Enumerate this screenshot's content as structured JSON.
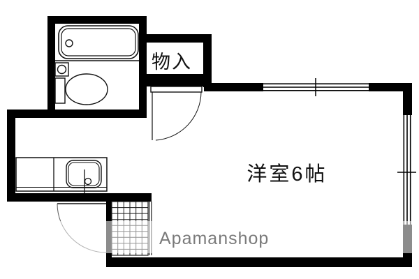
{
  "floorplan": {
    "room_label": "洋室6帖",
    "closet_label": "物入",
    "watermark": "Apamanshop",
    "colors": {
      "wall": "#000000",
      "background": "#ffffff",
      "watermark_text": "#7a7a7a",
      "line": "#111111"
    },
    "fixtures": [
      "bathtub",
      "toilet",
      "bathroom-sink",
      "kitchen-counter",
      "kitchen-sink",
      "closet-door-swing",
      "entrance-door-swing",
      "sliding-window-top",
      "sliding-window-right",
      "genkan-tile-floor"
    ]
  }
}
